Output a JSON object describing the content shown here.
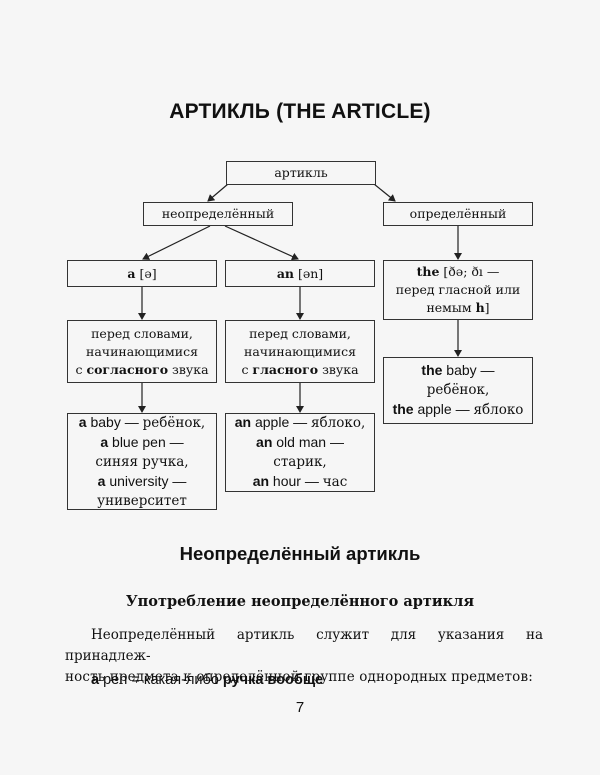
{
  "page": {
    "title": "АРТИКЛЬ (THE ARTICLE)",
    "page_number": "7"
  },
  "diagram": {
    "root": "артикль",
    "indefinite": "неопределённый",
    "definite": "определённый",
    "a_form": {
      "word": "a",
      "transcription": "[ə]"
    },
    "an_form": {
      "word": "an",
      "transcription": "[ən]"
    },
    "the_form": {
      "word": "the",
      "transcription_line1": "[ðə; ðı —",
      "line2": "перед гласной или",
      "line3_pre": "немым ",
      "line3_h": "h",
      "line3_post": "]"
    },
    "a_rule": {
      "line1": "перед словами,",
      "line2": "начинающимися",
      "line3_pre": "с ",
      "line3_bold": "согласного",
      "line3_post": " звука"
    },
    "an_rule": {
      "line1": "перед словами,",
      "line2": "начинающимися",
      "line3_pre": "с ",
      "line3_bold": "гласного",
      "line3_post": " звука"
    },
    "a_examples": [
      {
        "art": "a",
        "en": " baby — ",
        "ru": "ребёнок,"
      },
      {
        "art": "a",
        "en": " blue pen —",
        "ru": ""
      },
      {
        "art": "",
        "en": "",
        "ru": "синяя ручка,"
      },
      {
        "art": "a",
        "en": " university —",
        "ru": ""
      },
      {
        "art": "",
        "en": "",
        "ru": "университет"
      }
    ],
    "an_examples": [
      {
        "art": "an",
        "en": " apple — ",
        "ru": "яблоко,"
      },
      {
        "art": "an",
        "en": " old man —",
        "ru": ""
      },
      {
        "art": "",
        "en": "",
        "ru": "старик,"
      },
      {
        "art": "an",
        "en": " hour — ",
        "ru": "час"
      }
    ],
    "the_examples": [
      {
        "art": "the",
        "en": " baby —",
        "ru": ""
      },
      {
        "art": "",
        "en": "",
        "ru": "ребёнок,"
      },
      {
        "art": "the",
        "en": " apple — ",
        "ru": "яблоко"
      }
    ]
  },
  "section": {
    "heading": "Неопределённый артикль",
    "subheading": "Употребление неопределённого артикля",
    "paragraph_line1": "Неопределённый артикль служит для указания на принадлеж-",
    "paragraph_line2": "ность предмета к определённой группе однородных предметов:",
    "example": {
      "art": "a",
      "en": " pen = какая-либо ",
      "bold": "ручка вообще"
    }
  }
}
